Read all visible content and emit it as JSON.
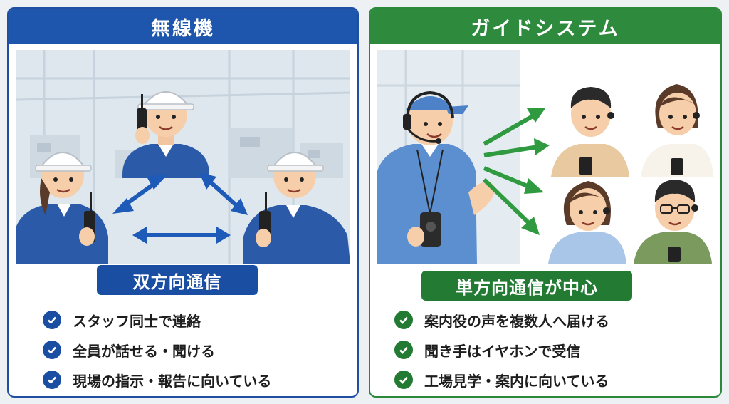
{
  "left_panel": {
    "title": "無線機",
    "badge": "双方向通信",
    "items": [
      "スタッフ同士で連絡",
      "全員が話せる・聞ける",
      "現場の指示・報告に向いている"
    ]
  },
  "right_panel": {
    "title": "ガイドシステム",
    "badge": "単方向通信が中心",
    "items": [
      "案内役の声を複数人へ届ける",
      "聞き手はイヤホンで受信",
      "工場見学・案内に向いている"
    ]
  },
  "colors": {
    "left_accent": "#1f56ad",
    "right_accent": "#2e8b3e",
    "left_arrow": "#1e5bb8",
    "right_arrow": "#2f9a3f"
  },
  "icons": [
    "check-circle-icon",
    "walkie-talkie-icon",
    "headset-icon",
    "earbud-icon",
    "receiver-icon"
  ]
}
